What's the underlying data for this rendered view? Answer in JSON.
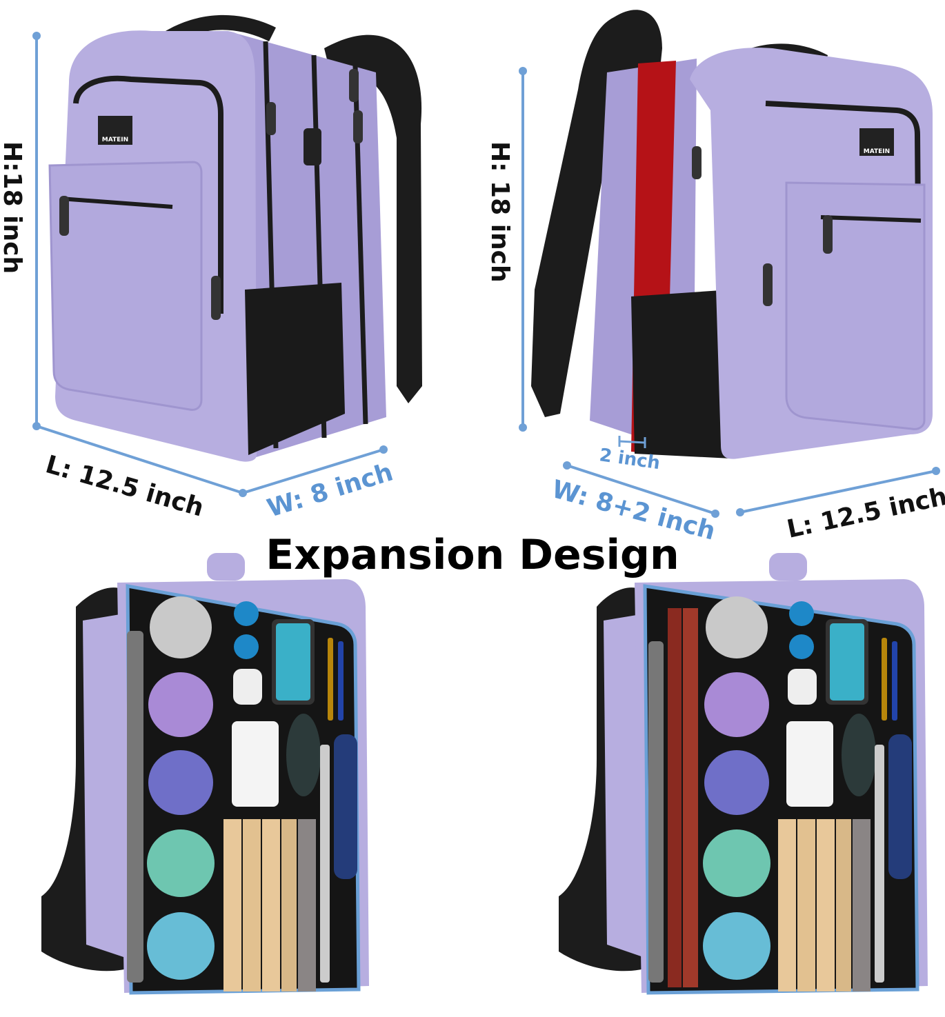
{
  "title": "Expansion Design",
  "brand": "MATEIN",
  "colors": {
    "bag": "#b7aee0",
    "bag_shade": "#9f95cf",
    "trim": "#1c1c1c",
    "expansion": "#b51217",
    "dimension_line": "#6fa0d6",
    "dimension_text_blue": "#5b94d2",
    "dimension_text_black": "#111111",
    "organizer_bg": "#151515",
    "organizer_outline": "#6aa0d6"
  },
  "left_bag": {
    "height_label": "H:18 inch",
    "length_label": "L: 12.5 inch",
    "width_label": "W: 8 inch"
  },
  "right_bag": {
    "height_label": "H: 18 inch",
    "expansion_label": "2 inch",
    "width_label": "W: 8+2 inch",
    "length_label": "L: 12.5 inch"
  },
  "icons": {
    "bag_front": "backpack-front-icon",
    "bag_expanded": "backpack-expanded-icon",
    "organizer": "backpack-open-organizer-icon"
  }
}
